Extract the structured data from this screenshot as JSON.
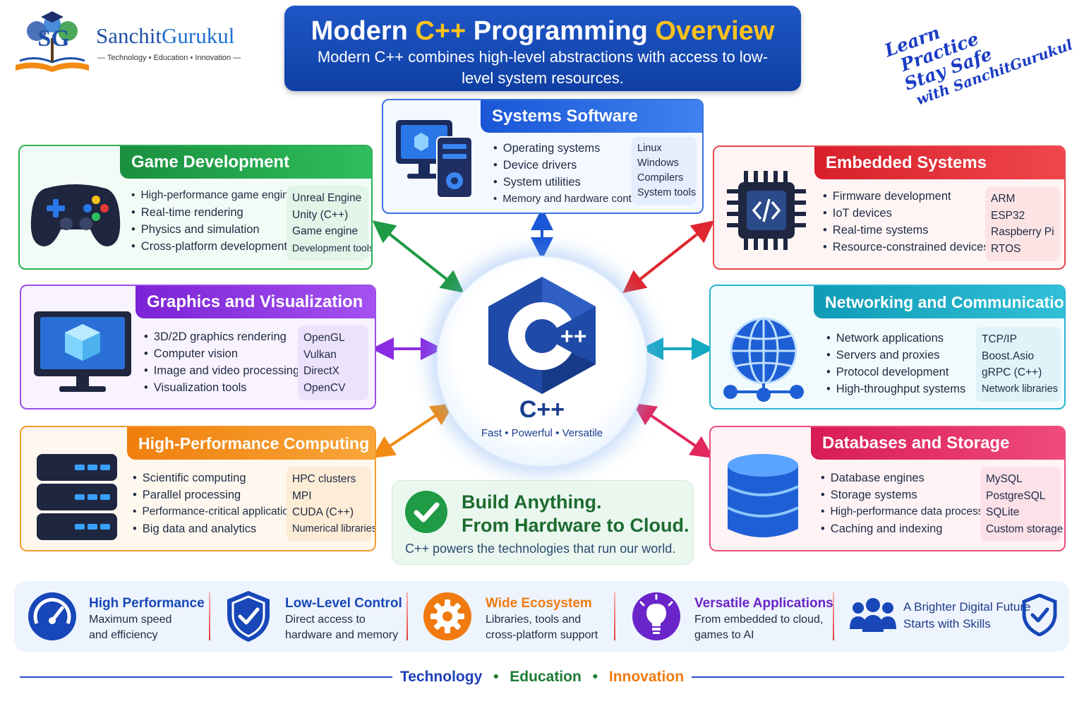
{
  "brand": {
    "name_part1": "Sanchit",
    "name_part2": "Gurukul",
    "monogram": "SG",
    "tagline": "— Technology • Education • Innovation —"
  },
  "header": {
    "title_part1": "Modern ",
    "title_part2": "C++",
    "title_part3": " Programming ",
    "title_part4": "Overview",
    "subtitle": "Modern C++ combines high-level abstractions with access to low-level system resources."
  },
  "slogan": [
    "Learn",
    "Practice",
    "Stay Safe",
    "with SanchitGurukul"
  ],
  "cards": {
    "systems": {
      "title": "Systems Software",
      "items": [
        "Operating systems",
        "Device drivers",
        "System utilities",
        "Memory and hardware control"
      ],
      "tags": [
        "Linux",
        "Windows",
        "Compilers",
        "System tools"
      ],
      "color": "#1a56d6"
    },
    "game": {
      "title": "Game Development",
      "items": [
        "High-performance game engines",
        "Real-time rendering",
        "Physics and simulation",
        "Cross-platform development"
      ],
      "tags": [
        "Unreal Engine",
        "Unity (C++)",
        "Game engine",
        "Development tools"
      ],
      "color": "#1f9a45"
    },
    "embedded": {
      "title": "Embedded Systems",
      "items": [
        "Firmware development",
        "IoT devices",
        "Real-time systems",
        "Resource-constrained devices"
      ],
      "tags": [
        "ARM",
        "ESP32",
        "Raspberry Pi",
        "RTOS"
      ],
      "color": "#e0262e"
    },
    "graphics": {
      "title": "Graphics and Visualization",
      "items": [
        "3D/2D graphics rendering",
        "Computer vision",
        "Image and video processing",
        "Visualization tools"
      ],
      "tags": [
        "OpenGL",
        "Vulkan",
        "DirectX",
        "OpenCV"
      ],
      "color": "#8a2be2"
    },
    "networking": {
      "title": "Networking and Communications",
      "items": [
        "Network applications",
        "Servers and proxies",
        "Protocol development",
        "High-throughput systems"
      ],
      "tags": [
        "TCP/IP",
        "Boost.Asio",
        "gRPC (C++)",
        "Network libraries"
      ],
      "color": "#16a9c4"
    },
    "hpc": {
      "title": "High-Performance Computing",
      "items": [
        "Scientific computing",
        "Parallel processing",
        "Performance-critical applications",
        "Big data and analytics"
      ],
      "tags": [
        "HPC clusters",
        "MPI",
        "CUDA (C++)",
        "Numerical libraries"
      ],
      "color": "#f28a12"
    },
    "databases": {
      "title": "Databases and Storage",
      "items": [
        "Database engines",
        "Storage systems",
        "High-performance data processing",
        "Caching and indexing"
      ],
      "tags": [
        "MySQL",
        "PostgreSQL",
        "SQLite",
        "Custom storage"
      ],
      "color": "#e2275c"
    }
  },
  "center": {
    "logo_text": "C",
    "logo_plus": "++",
    "title": "C++",
    "subtitle": "Fast  •  Powerful  •  Versatile"
  },
  "build": {
    "line1": "Build Anything.",
    "line2": "From Hardware to Cloud.",
    "line3": "C++ powers the technologies that run our world."
  },
  "features": [
    {
      "title": "High Performance",
      "d1": "Maximum speed",
      "d2": "and efficiency",
      "color": "#1747b8",
      "icon": "speedometer-icon"
    },
    {
      "title": "Low-Level Control",
      "d1": "Direct access to",
      "d2": "hardware and memory",
      "color": "#1747b8",
      "icon": "shield-check-icon"
    },
    {
      "title": "Wide Ecosystem",
      "d1": "Libraries, tools and",
      "d2": "cross-platform support",
      "color": "#f07a10",
      "icon": "gear-icon"
    },
    {
      "title": "Versatile Applications",
      "d1": "From embedded to cloud,",
      "d2": "games to AI",
      "color": "#6a24c9",
      "icon": "lightbulb-icon"
    },
    {
      "title": "",
      "d1": "A Brighter Digital Future",
      "d2": "Starts with Skills",
      "color": "#1747b8",
      "icon": "people-icon"
    }
  ],
  "footer": {
    "w1": "Technology",
    "w2": "Education",
    "w3": "Innovation",
    "dot": "•",
    "c1": "#1f3fb8",
    "c2": "#1d7a34",
    "c3": "#f07a10"
  }
}
